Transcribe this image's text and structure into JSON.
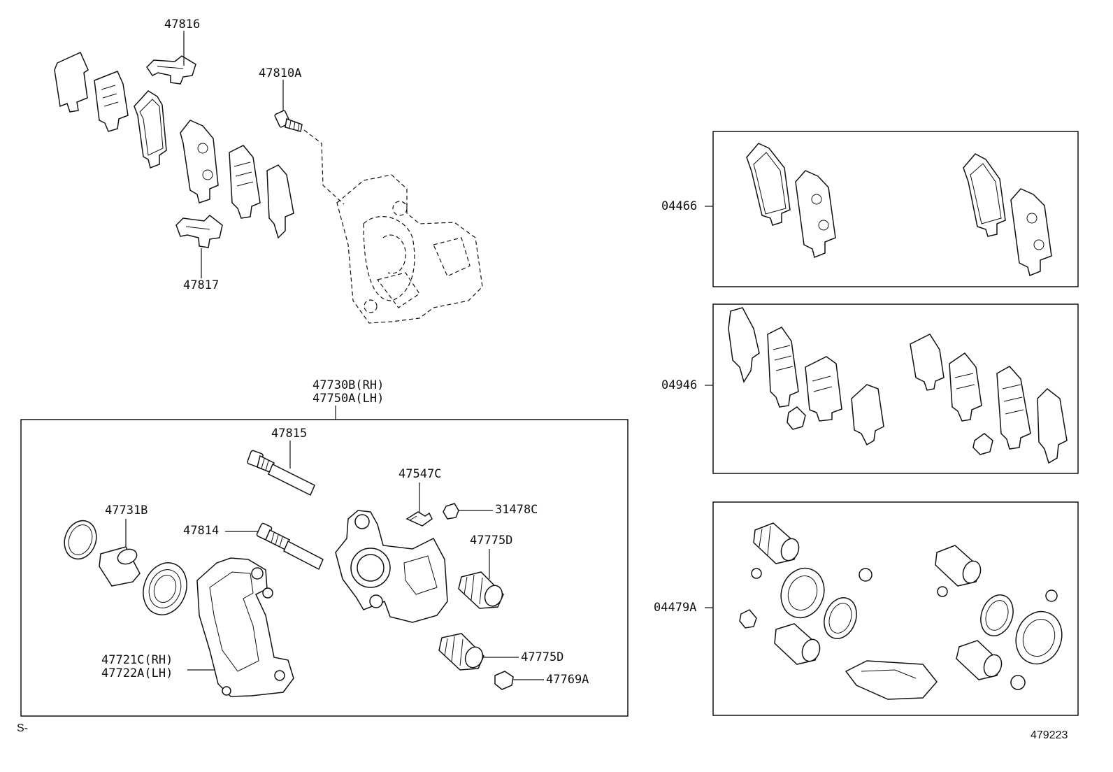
{
  "labels": {
    "p47816": "47816",
    "p47810a": "47810A",
    "p47817": "47817",
    "caliper_rh": "47730B(RH)",
    "caliper_lh": "47750A(LH)",
    "p47815": "47815",
    "p47547c": "47547C",
    "p31478c": "31478C",
    "p47731b": "47731B",
    "p47814": "47814",
    "p47775d_1": "47775D",
    "p47775d_2": "47775D",
    "p47769a": "47769A",
    "mount_rh": "47721C(RH)",
    "mount_lh": "47722A(LH)",
    "kit_04466": "04466",
    "kit_04946": "04946",
    "kit_04479a": "04479A"
  },
  "footer": {
    "corner_mark": "S-",
    "diagram_id": "479223"
  }
}
